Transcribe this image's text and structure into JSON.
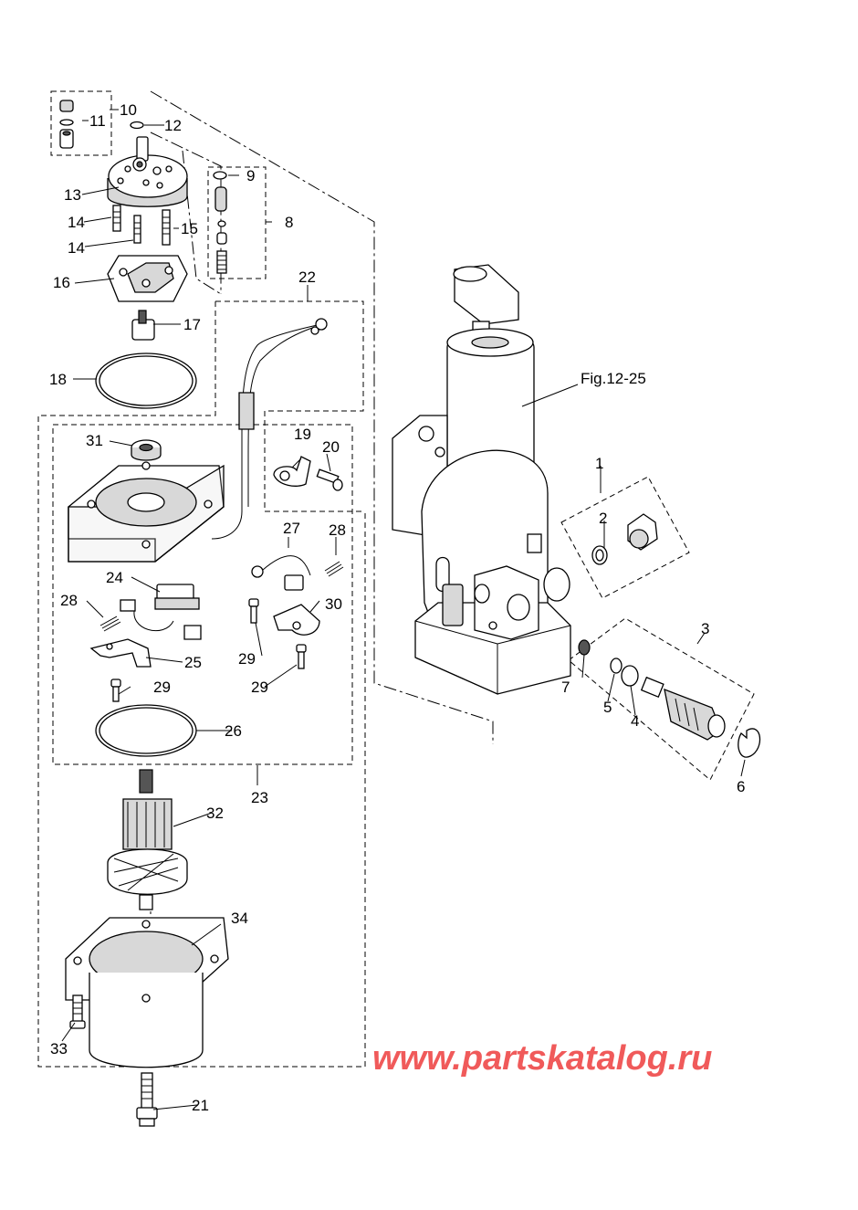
{
  "diagram": {
    "callouts": {
      "c1": "1",
      "c2": "2",
      "c3": "3",
      "c4": "4",
      "c5": "5",
      "c6": "6",
      "c7": "7",
      "c8": "8",
      "c9": "9",
      "c10": "10",
      "c11": "11",
      "c12": "12",
      "c13": "13",
      "c14a": "14",
      "c14b": "14",
      "c15": "15",
      "c16": "16",
      "c17": "17",
      "c18": "18",
      "c19": "19",
      "c20": "20",
      "c21": "21",
      "c22": "22",
      "c23": "23",
      "c24": "24",
      "c25": "25",
      "c26": "26",
      "c27": "27",
      "c28a": "28",
      "c28b": "28",
      "c29a": "29",
      "c29b": "29",
      "c29c": "29",
      "c30": "30",
      "c31": "31",
      "c32": "32",
      "c33": "33",
      "c34": "34"
    },
    "figure_reference": "Fig.12-25",
    "watermark": "www.partskatalog.ru",
    "colors": {
      "line": "#000000",
      "watermark": "#f05a5a",
      "shading": "#d8d8d8"
    }
  }
}
